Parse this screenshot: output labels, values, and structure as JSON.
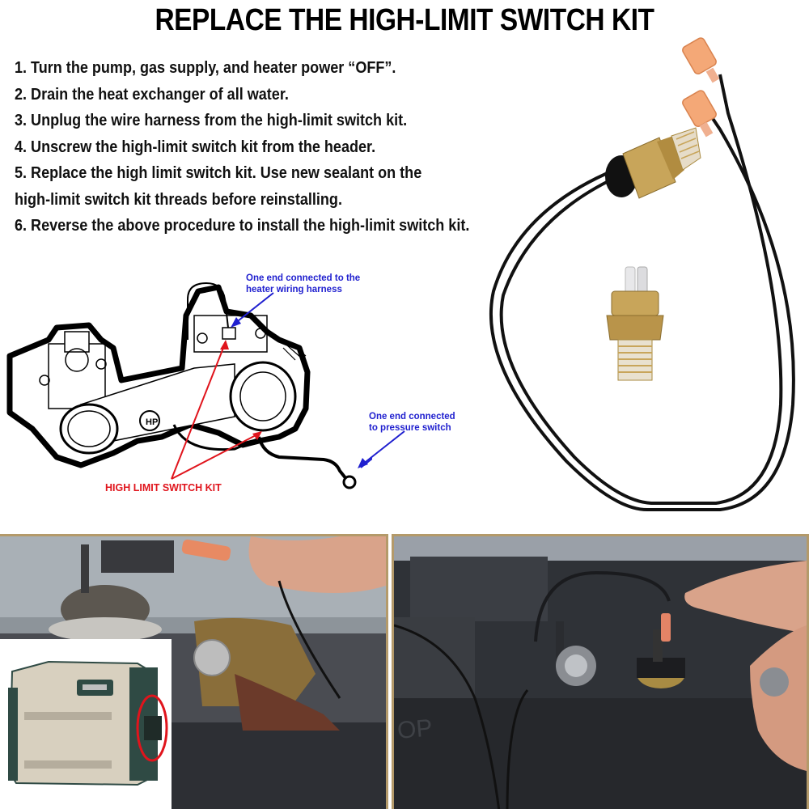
{
  "title": "REPLACE THE HIGH-LIMIT SWITCH KIT",
  "steps": [
    "1. Turn the pump, gas supply, and heater power “OFF”.",
    "2. Drain the heat exchanger of all water.",
    "3. Unplug the wire harness from the high-limit switch kit.",
    "4. Unscrew the high-limit switch kit from the header.",
    "5. Replace the high limit switch kit. Use new sealant on the",
    "high-limit switch kit threads before reinstalling.",
    "6. Reverse the above procedure to install the high-limit switch kit."
  ],
  "diagram": {
    "callout_harness": [
      "One end connected to the",
      "heater wiring harness"
    ],
    "callout_pressure": [
      "One end connected",
      "to pressure switch"
    ],
    "label_kit": "HIGH LIMIT SWITCH KIT",
    "colors": {
      "callout": "#1f1fcf",
      "label": "#e0141c"
    }
  },
  "product": {
    "name": "high-limit switch kit",
    "components": [
      "brass sensor with wire leads",
      "orange female spade terminals",
      "brass sensor with white terminals"
    ],
    "colors": {
      "brass": "#c8a55a",
      "terminal": "#f0a070",
      "wire": "#111111"
    }
  },
  "photos": {
    "left": "technician holding wire near header",
    "inset": "pool heater with circled header location",
    "right": "finger pointing at installed high-limit switch",
    "border_color": "#b49a6a"
  }
}
